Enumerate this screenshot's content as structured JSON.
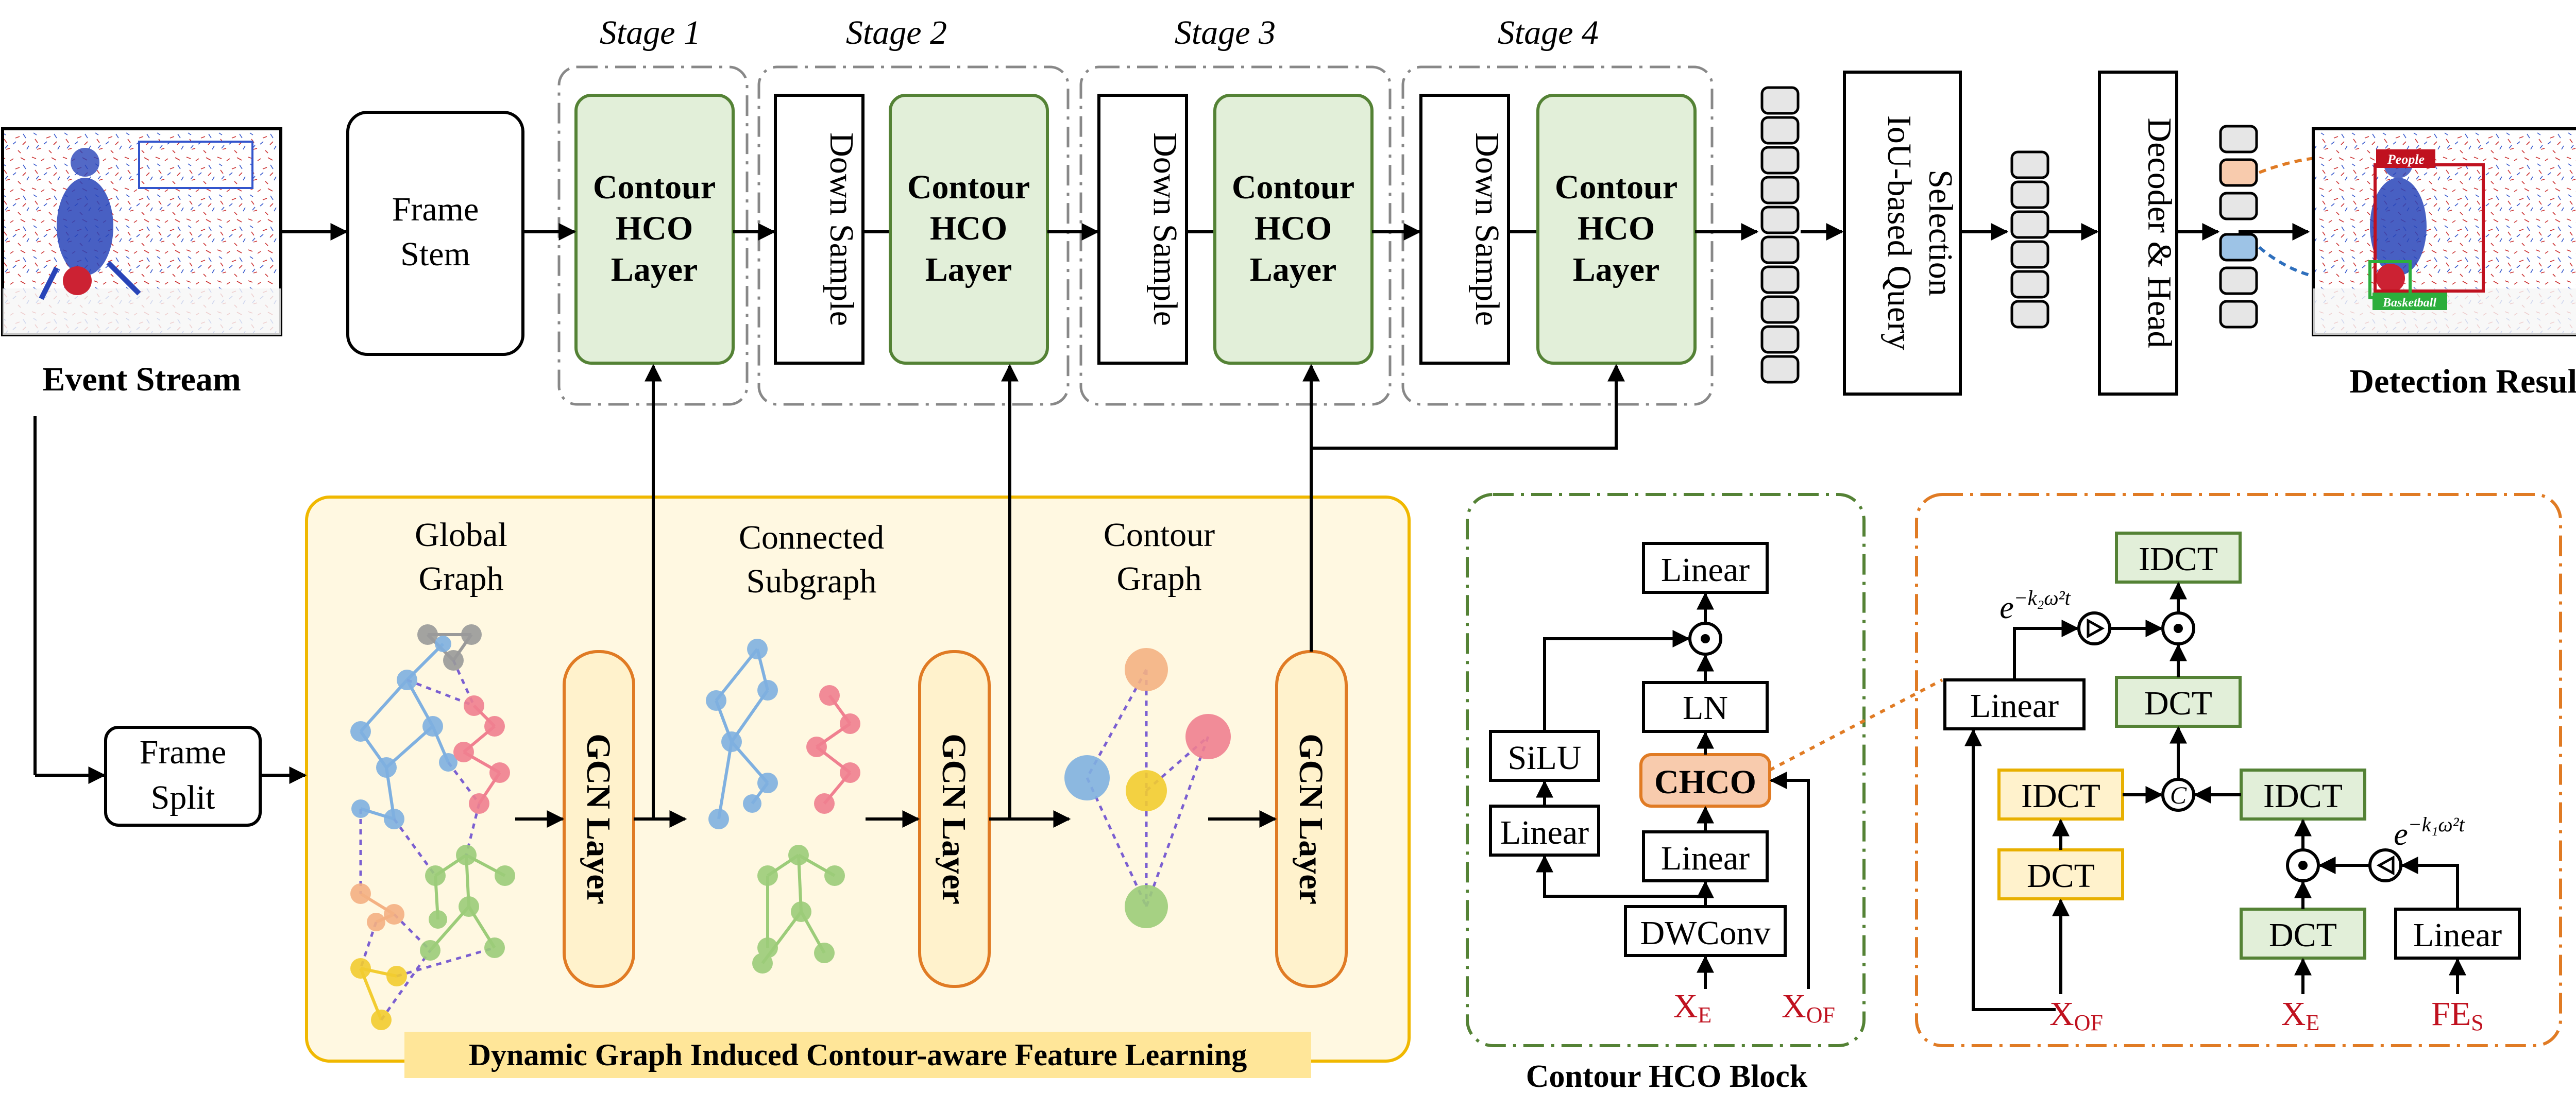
{
  "stages": {
    "labels": [
      "Stage 1",
      "Stage 2",
      "Stage 3",
      "Stage 4"
    ],
    "contour_layer_lines": [
      "Contour",
      "HCO",
      "Layer"
    ],
    "down_sample": "Down Sample"
  },
  "inputs": {
    "event_stream": "Event Stream",
    "frame_stem_lines": [
      "Frame",
      "Stem"
    ],
    "frame_split_lines": [
      "Frame",
      "Split"
    ]
  },
  "outputs": {
    "query_selection_lines": [
      "IoU-based Query",
      "Selection"
    ],
    "decoder_head": "Decoder & Head",
    "detection_results": "Detection Results",
    "det_labels": [
      "People",
      "Basketball"
    ]
  },
  "graph_panel": {
    "titles": [
      [
        "Global",
        "Graph"
      ],
      [
        "Connected",
        "Subgraph"
      ],
      [
        "Contour",
        "Graph"
      ]
    ],
    "gcn_label": "GCN Layer",
    "caption": "Dynamic Graph Induced Contour-aware Feature Learning"
  },
  "hco_block": {
    "caption": "Contour HCO Block",
    "linear": "Linear",
    "ln": "LN",
    "silu": "SiLU",
    "chco": "CHCO",
    "dwconv": "DWConv",
    "xe": "X",
    "xe_sub": "E",
    "xof": "X",
    "xof_sub": "OF"
  },
  "chco_detail": {
    "idct": "IDCT",
    "dct": "DCT",
    "linear": "Linear",
    "concat": "C",
    "exp2": "e",
    "exp2_power": "−k₂ω²t",
    "exp1": "e",
    "exp1_power": "−k₁ω²t",
    "xof": "X",
    "xof_sub": "OF",
    "xe": "X",
    "xe_sub": "E",
    "fes": "FE",
    "fes_sub": "S"
  },
  "colors": {
    "green_fill": "#e2efd9",
    "green_stroke": "#548235",
    "yellow_fill": "#fff2cc",
    "yellow_stroke": "#e8b000",
    "panel_fill": "#fff8e1",
    "gcn_stroke": "#e07b24",
    "chco_fill": "#f8cbad",
    "red_text": "#c0111f",
    "blue_node": "#7fb0e0",
    "pink_node": "#f08090",
    "green_node": "#9ccc79",
    "gray_node": "#9a9a9a",
    "orange_node": "#f4b183",
    "gold_node": "#f2cc30"
  }
}
